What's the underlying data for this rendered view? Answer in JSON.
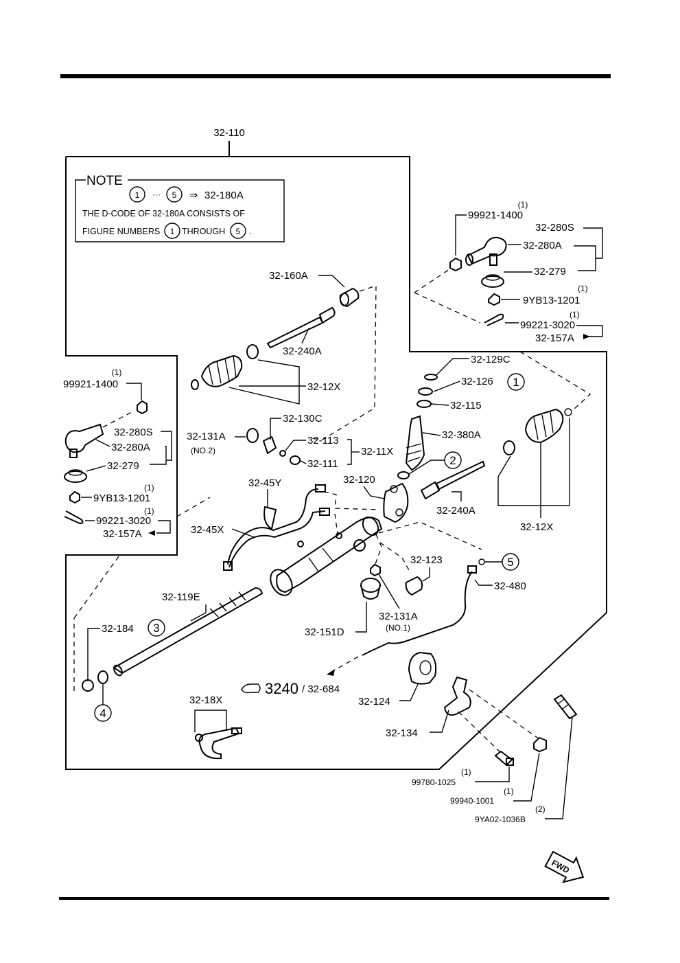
{
  "assembly_label": "32-110",
  "note": {
    "title": "NOTE",
    "range_start": "1",
    "range_end": "5",
    "dots": "···",
    "arrow": "⇒",
    "target": "32-180A",
    "line1": "THE D-CODE OF 32-180A CONSISTS OF",
    "line2a": "FIGURE NUMBERS",
    "line2b": "THROUGH",
    "line2c": "."
  },
  "labels": {
    "l_32_160A": "32-160A",
    "l_32_240A_top": "32-240A",
    "l_32_12X_left": "32-12X",
    "l_32_130C": "32-130C",
    "l_32_131A_no2": "32-131A",
    "l_no2": "(NO.2)",
    "l_32_113": "32-113",
    "l_32_11X": "32-11X",
    "l_32_111": "32-111",
    "l_32_45Y": "32-45Y",
    "l_32_45X": "32-45X",
    "l_32_120": "32-120",
    "l_32_240A_right": "32-240A",
    "l_32_12X_right": "32-12X",
    "l_32_129C": "32-129C",
    "l_32_126": "32-126",
    "l_32_115": "32-115",
    "l_32_380A": "32-380A",
    "l_32_123": "32-123",
    "l_32_480": "32-480",
    "l_32_119E": "32-119E",
    "l_32_184": "32-184",
    "l_32_131A_no1": "32-131A",
    "l_no1": "(NO.1)",
    "l_32_151D": "32-151D",
    "l_3240": "3240",
    "l_32_684": "/ 32-684",
    "l_32_124": "32-124",
    "l_32_134": "32-134",
    "l_32_18X": "32-18X",
    "l_99780": "99780-1025",
    "l_99780_q": "(1)",
    "l_99940": "99940-1001",
    "l_99940_q": "(1)",
    "l_9YA02": "9YA02-1036B",
    "l_9YA02_q": "(2)",
    "r_99921": "99921-1400",
    "r_99921_q": "(1)",
    "r_32_280S": "32-280S",
    "r_32_280A": "32-280A",
    "r_32_279": "32-279",
    "r_9YB13": "9YB13-1201",
    "r_9YB13_q": "(1)",
    "r_99221": "99221-3020",
    "r_99221_q": "(1)",
    "r_32_157A": "32-157A",
    "lft_99921": "99921-1400",
    "lft_99921_q": "(1)",
    "lft_32_280S": "32-280S",
    "lft_32_280A": "32-280A",
    "lft_32_279": "32-279",
    "lft_9YB13": "9YB13-1201",
    "lft_9YB13_q": "(1)",
    "lft_99221": "99221-3020",
    "lft_99221_q": "(1)",
    "lft_32_157A": "32-157A"
  },
  "circled_numbers": {
    "c1": "1",
    "c2": "2",
    "c3": "3",
    "c4": "4",
    "c5": "5"
  },
  "fwd_label": "FWD"
}
